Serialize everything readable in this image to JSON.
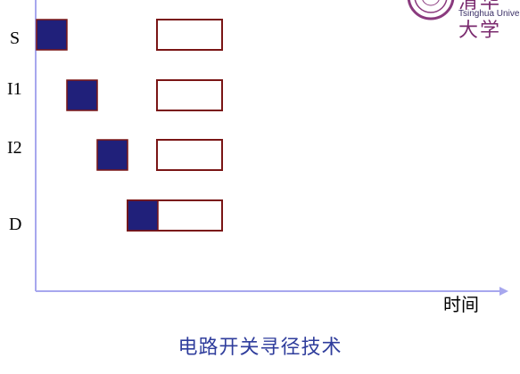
{
  "logo": {
    "chinese": "清华大学",
    "english": "Tsinghua Unive"
  },
  "rows": [
    {
      "label": "S"
    },
    {
      "label": "I1"
    },
    {
      "label": "I2"
    },
    {
      "label": "D"
    }
  ],
  "axis": {
    "x_label": "时间"
  },
  "caption": "电路开关寻径技术",
  "colors": {
    "header_fill": "#20207a",
    "packet_border": "#7a1515",
    "axis": "#a7a7ee",
    "caption": "#2f3d9c"
  }
}
